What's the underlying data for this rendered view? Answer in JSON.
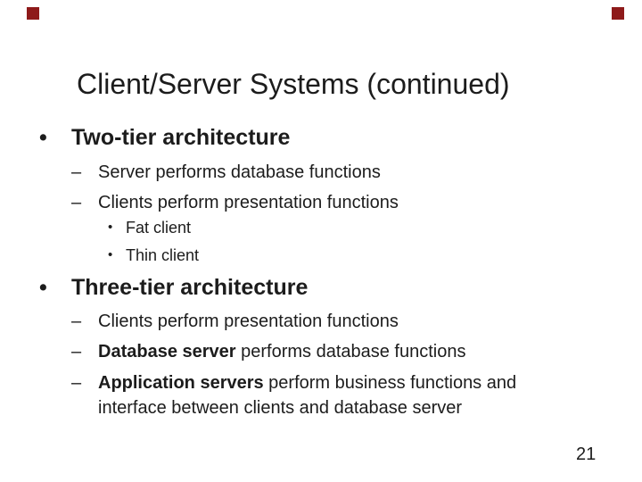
{
  "slide": {
    "title": "Client/Server Systems (continued)",
    "page_number": "21",
    "colors": {
      "background": "#ffffff",
      "text": "#1c1c1c",
      "accent": "#8e1a1a"
    },
    "content": {
      "items": [
        {
          "level": 1,
          "marker": "•",
          "segments": [
            {
              "text": "Two-tier architecture",
              "bold": true
            }
          ]
        },
        {
          "level": 2,
          "marker": "–",
          "segments": [
            {
              "text": "Server performs database functions",
              "bold": false
            }
          ]
        },
        {
          "level": 2,
          "marker": "–",
          "segments": [
            {
              "text": "Clients perform presentation functions",
              "bold": false
            }
          ]
        },
        {
          "level": 3,
          "marker": "•",
          "segments": [
            {
              "text": "Fat client",
              "bold": false
            }
          ]
        },
        {
          "level": 3,
          "marker": "•",
          "segments": [
            {
              "text": "Thin client",
              "bold": false
            }
          ]
        },
        {
          "level": 1,
          "marker": "•",
          "segments": [
            {
              "text": "Three-tier architecture",
              "bold": true
            }
          ]
        },
        {
          "level": 2,
          "marker": "–",
          "segments": [
            {
              "text": "Clients perform presentation functions",
              "bold": false
            }
          ]
        },
        {
          "level": 2,
          "marker": "–",
          "segments": [
            {
              "text": "Database server",
              "bold": true
            },
            {
              "text": " performs database functions",
              "bold": false
            }
          ]
        },
        {
          "level": 2,
          "marker": "–",
          "segments": [
            {
              "text": "Application servers",
              "bold": true
            },
            {
              "text": " perform business functions and interface between clients and database server",
              "bold": false
            }
          ]
        }
      ]
    }
  }
}
